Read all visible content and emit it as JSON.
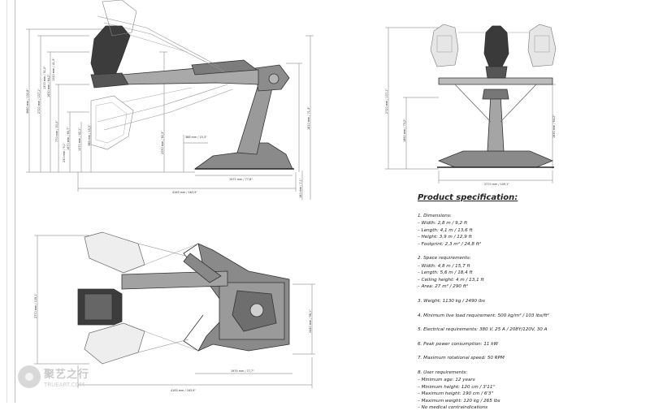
{
  "spec": {
    "title": "Product specification:",
    "groups": [
      {
        "lines": [
          "1. Dimensions:",
          "– Width: 2,8 m / 9,2 ft",
          "– Length: 4,1 m / 13,6 ft",
          "– Height: 3,9 m / 12,9 ft",
          "– Footprint: 2,3 m² / 24,8 ft²"
        ]
      },
      {
        "lines": [
          "2. Space requirements:",
          "– Width: 4,8 m / 15,7 ft",
          "– Length: 5,6 m / 18,4 ft",
          "– Ceiling height: 4 m / 13,1 ft",
          "– Area: 27 m² / 290 ft²"
        ]
      },
      {
        "lines": [
          "3. Weight: 1130 kg / 2490 lbs"
        ]
      },
      {
        "lines": [
          "4. Minimum live load requirement: 500 kg/m² / 103 lbs/ft²"
        ]
      },
      {
        "lines": [
          "5. Electrical requirements: 380 V, 25 A / 208Y/120V, 30 A"
        ]
      },
      {
        "lines": [
          "6. Peak power consumption: 11 kW"
        ]
      },
      {
        "lines": [
          "7. Maximum rotational speed: 50 RPM"
        ]
      },
      {
        "lines": [
          "8. User requirements:",
          "– Minimum age: 12 years",
          "– Minimum height: 120 cm / 3'11\"",
          "– Maximum height: 190 cm / 6'3\"",
          "– Maximum weight: 120 kg / 265 lbs",
          "– No medical contraindications"
        ]
      }
    ]
  },
  "dims": {
    "side_total_height": "3880 mm / 152,8\"",
    "side_top": "2720 mm / 107,1\"",
    "side_a": "1630 mm / 64,2\"",
    "side_b": "1300 mm / 51,2\"",
    "side_c": "770 mm / 30,3\"",
    "side_d": "1050 mm / 41,3\"",
    "side_e": "1670 mm / 65,7\"",
    "side_f": "230 mm / 9,1\"",
    "side_g": "1070 mm / 42,1\"",
    "side_h": "388 mm / 15,3\"",
    "side_i": "2090 mm / 82,3\"",
    "side_j": "1810 mm / 71,3\"",
    "side_base": "1975 mm / 77,8\"",
    "side_small": "180 mm / 7,1\"",
    "side_length": "4163 mm / 163,9\"",
    "front_height": "2720 mm / 107,1\"",
    "front_a": "1860 mm / 73,2\"",
    "front_b": "1630 mm / 64,2\"",
    "front_width": "2770 mm / 109,1\"",
    "top_width": "2770 mm / 109,1\"",
    "top_right": "2440 mm / 96,1\"",
    "top_base": "1974 mm / 77,7\"",
    "top_length": "4163 mm / 163,9\""
  },
  "watermark": {
    "text": "聚艺之行",
    "sub": "TRUEART.COM"
  }
}
